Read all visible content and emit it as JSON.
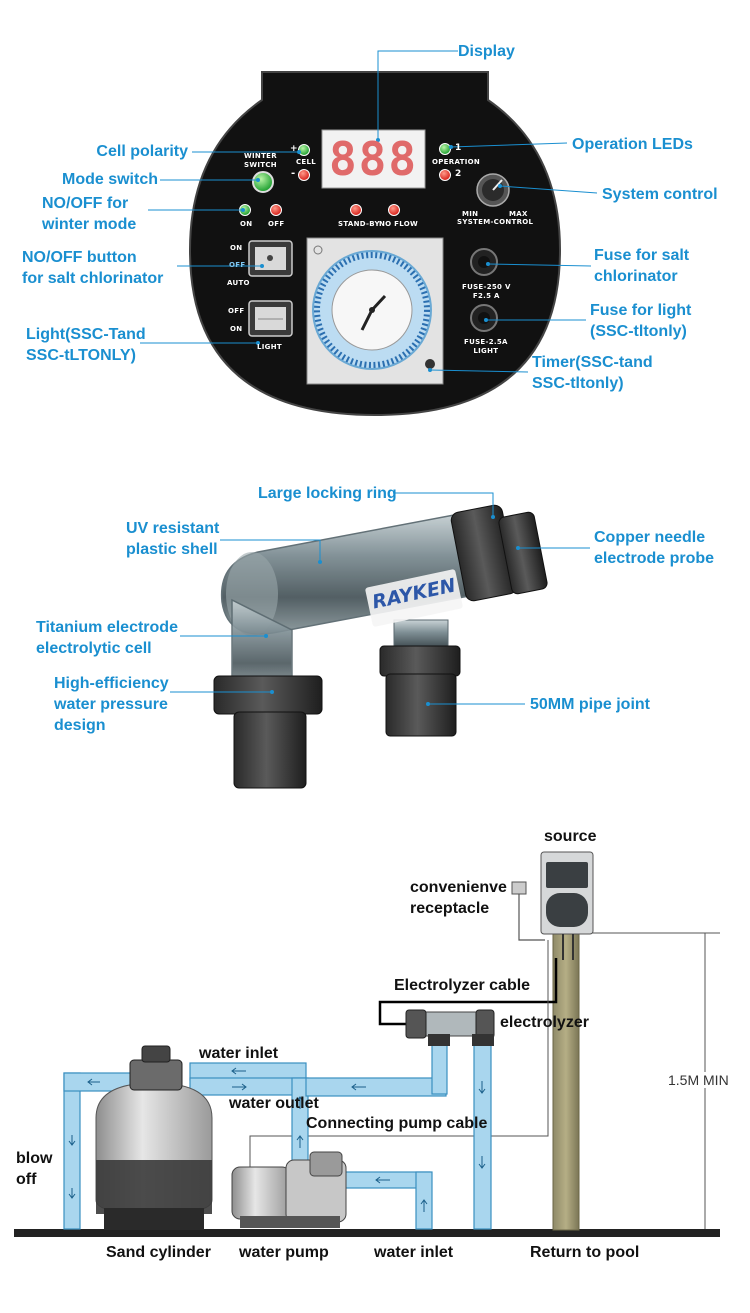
{
  "panel_callouts": {
    "display": "Display",
    "cell_polarity": "Cell polarity",
    "mode_switch": "Mode switch",
    "no_off_winter": "NO/OFF for\nwinter mode",
    "no_off_button": "NO/OFF button\nfor salt chlorinator",
    "light": "Light(SSC-Tand\nSSC-tLTONLY)",
    "operation_leds": "Operation LEDs",
    "system_control": "System control",
    "fuse_salt": "Fuse for salt\nchlorinator",
    "fuse_light": "Fuse for light\n(SSC-tltonly)",
    "timer": "Timer(SSC-tand\nSSC-tltonly)"
  },
  "panel_text": {
    "digits": "888",
    "winter_switch": "WINTER\nSWITCH",
    "cell": "CELL",
    "plus": "+",
    "minus": "-",
    "operation": "OPERATION",
    "op1": "1",
    "op2": "2",
    "on": "ON",
    "off": "OFF",
    "standby": "STAND-BY",
    "no_flow": "NO FLOW",
    "min": "MIN",
    "max": "MAX",
    "system_control": "SYSTEM-CONTROL",
    "sw1_on": "ON",
    "sw1_off": "OFF",
    "sw1_auto": "AUTO",
    "sw2_off": "OFF",
    "sw2_on": "ON",
    "light": "LIGHT",
    "fuse1": "FUSE-250 V\nF2.5 A",
    "fuse2": "FUSE-2.5A\nLIGHT"
  },
  "cell_callouts": {
    "locking_ring": "Large locking ring",
    "uv_shell": "UV resistant\nplastic shell",
    "copper_probe": "Copper needle\nelectrode probe",
    "titanium": "Titanium electrode\nelectrolytic cell",
    "high_efficiency": "High-efficiency\nwater pressure\ndesign",
    "pipe_joint": "50MM pipe joint",
    "brand": "RAYKEN"
  },
  "install": {
    "source": "source",
    "receptacle": "convenienve\nreceptacle",
    "electrolyzer_cable": "Electrolyzer cable",
    "electrolyzer": "electrolyzer",
    "water_inlet_top": "water inlet",
    "water_outlet": "water outlet",
    "pump_cable": "Connecting pump cable",
    "height": "1.5M MIN",
    "blow_off": "blow\noff",
    "sand_cylinder": "Sand cylinder",
    "water_pump": "water pump",
    "water_inlet_bottom": "water inlet",
    "return_to_pool": "Return to pool"
  },
  "colors": {
    "accent": "#1a8fd0",
    "panel": "#111111",
    "pipe": "#a9d6ee",
    "pipe_edge": "#3a8fc0",
    "led_red": "#e8322b",
    "led_green": "#39b54a"
  }
}
